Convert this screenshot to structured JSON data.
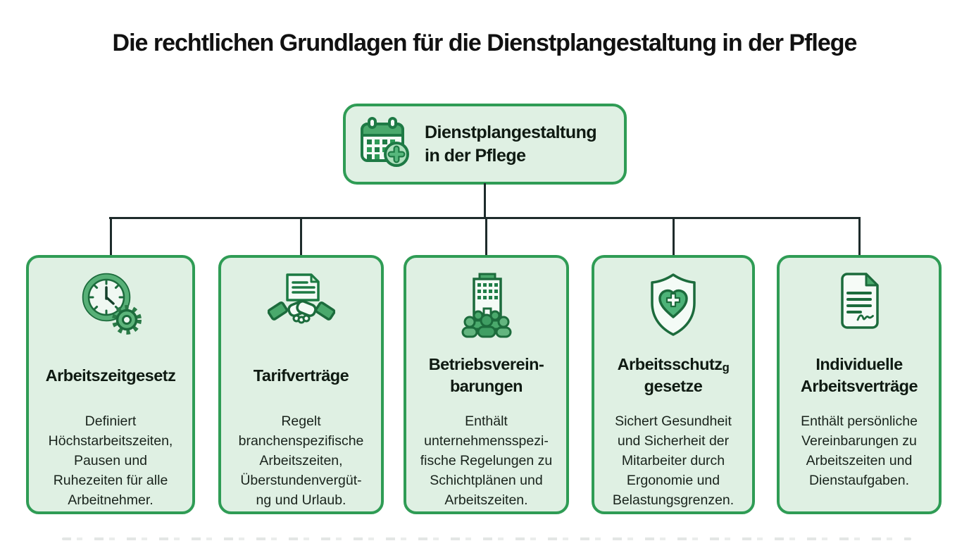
{
  "title": "Die rechtlichen Grundlagen für die Dienstplangestaltung in der Pflege",
  "root_node": {
    "label": "Dienstplangestaltung\nin der Pflege",
    "icon": "calendar-plus-icon"
  },
  "cards": [
    {
      "icon": "clock-gear-icon",
      "title": "Arbeitszeitgesetz",
      "description": "Definiert\nHöchstarbeitszeiten,\nPausen und\nRuhezeiten für alle\nArbeitnehmer."
    },
    {
      "icon": "handshake-document-icon",
      "title": "Tarifverträge",
      "description": "Regelt\nbranchenspezifische\nArbeitszeiten,\nÜberstundenvergüt-\nng und Urlaub."
    },
    {
      "icon": "building-people-icon",
      "title": "Betriebsverein-\nbarungen",
      "description": "Enthält\nunternehmensspezi-\nfische Regelungen zu\nSchichtplänen und\nArbeitszeiten."
    },
    {
      "icon": "shield-heart-icon",
      "title_line1": "Arbeitsschutz",
      "title_sub": "g",
      "title_line2": "gesetze",
      "description": "Sichert Gesundheit\nund Sicherheit der\nMitarbeiter durch\nErgonomie und\nBelastungsgrenzen."
    },
    {
      "icon": "document-signature-icon",
      "title": "Individuelle\nArbeitsverträge",
      "description": "Enthält persönliche\nVereinbarungen zu\nArbeitszeiten und\nDienstaufgaben."
    }
  ],
  "colors": {
    "page_bg": "#ffffff",
    "card_fill": "#dff0e3",
    "card_border": "#2f9c55",
    "connector": "#1e2b2b",
    "heading_text": "#111111",
    "title_text": "#0f1a12",
    "body_text": "#19231c",
    "icon_dark": "#1c6b3c",
    "icon_mid": "#4aa96c",
    "icon_light": "#cdeccf"
  }
}
